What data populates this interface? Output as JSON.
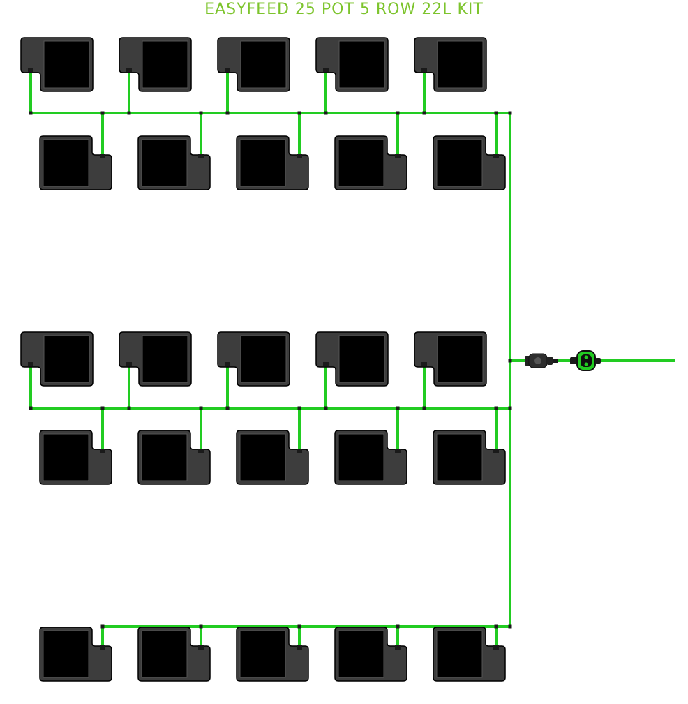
{
  "title": "EASYFEED 25 POT 5 ROW 22L KIT",
  "colors": {
    "title": "#7dc42d",
    "pipe": "#22cc22",
    "pot_body": "#3d3d3d",
    "pot_inner": "#000000",
    "pot_outline": "#000000",
    "valve_green": "#22cc22"
  },
  "components": {
    "pot": "pot-icon",
    "connector": "elbow-connector-icon",
    "filter": "inline-filter-icon",
    "tap": "tap-connector-icon"
  },
  "pot_count": 25,
  "row_count": 5,
  "pot_size": "22L"
}
